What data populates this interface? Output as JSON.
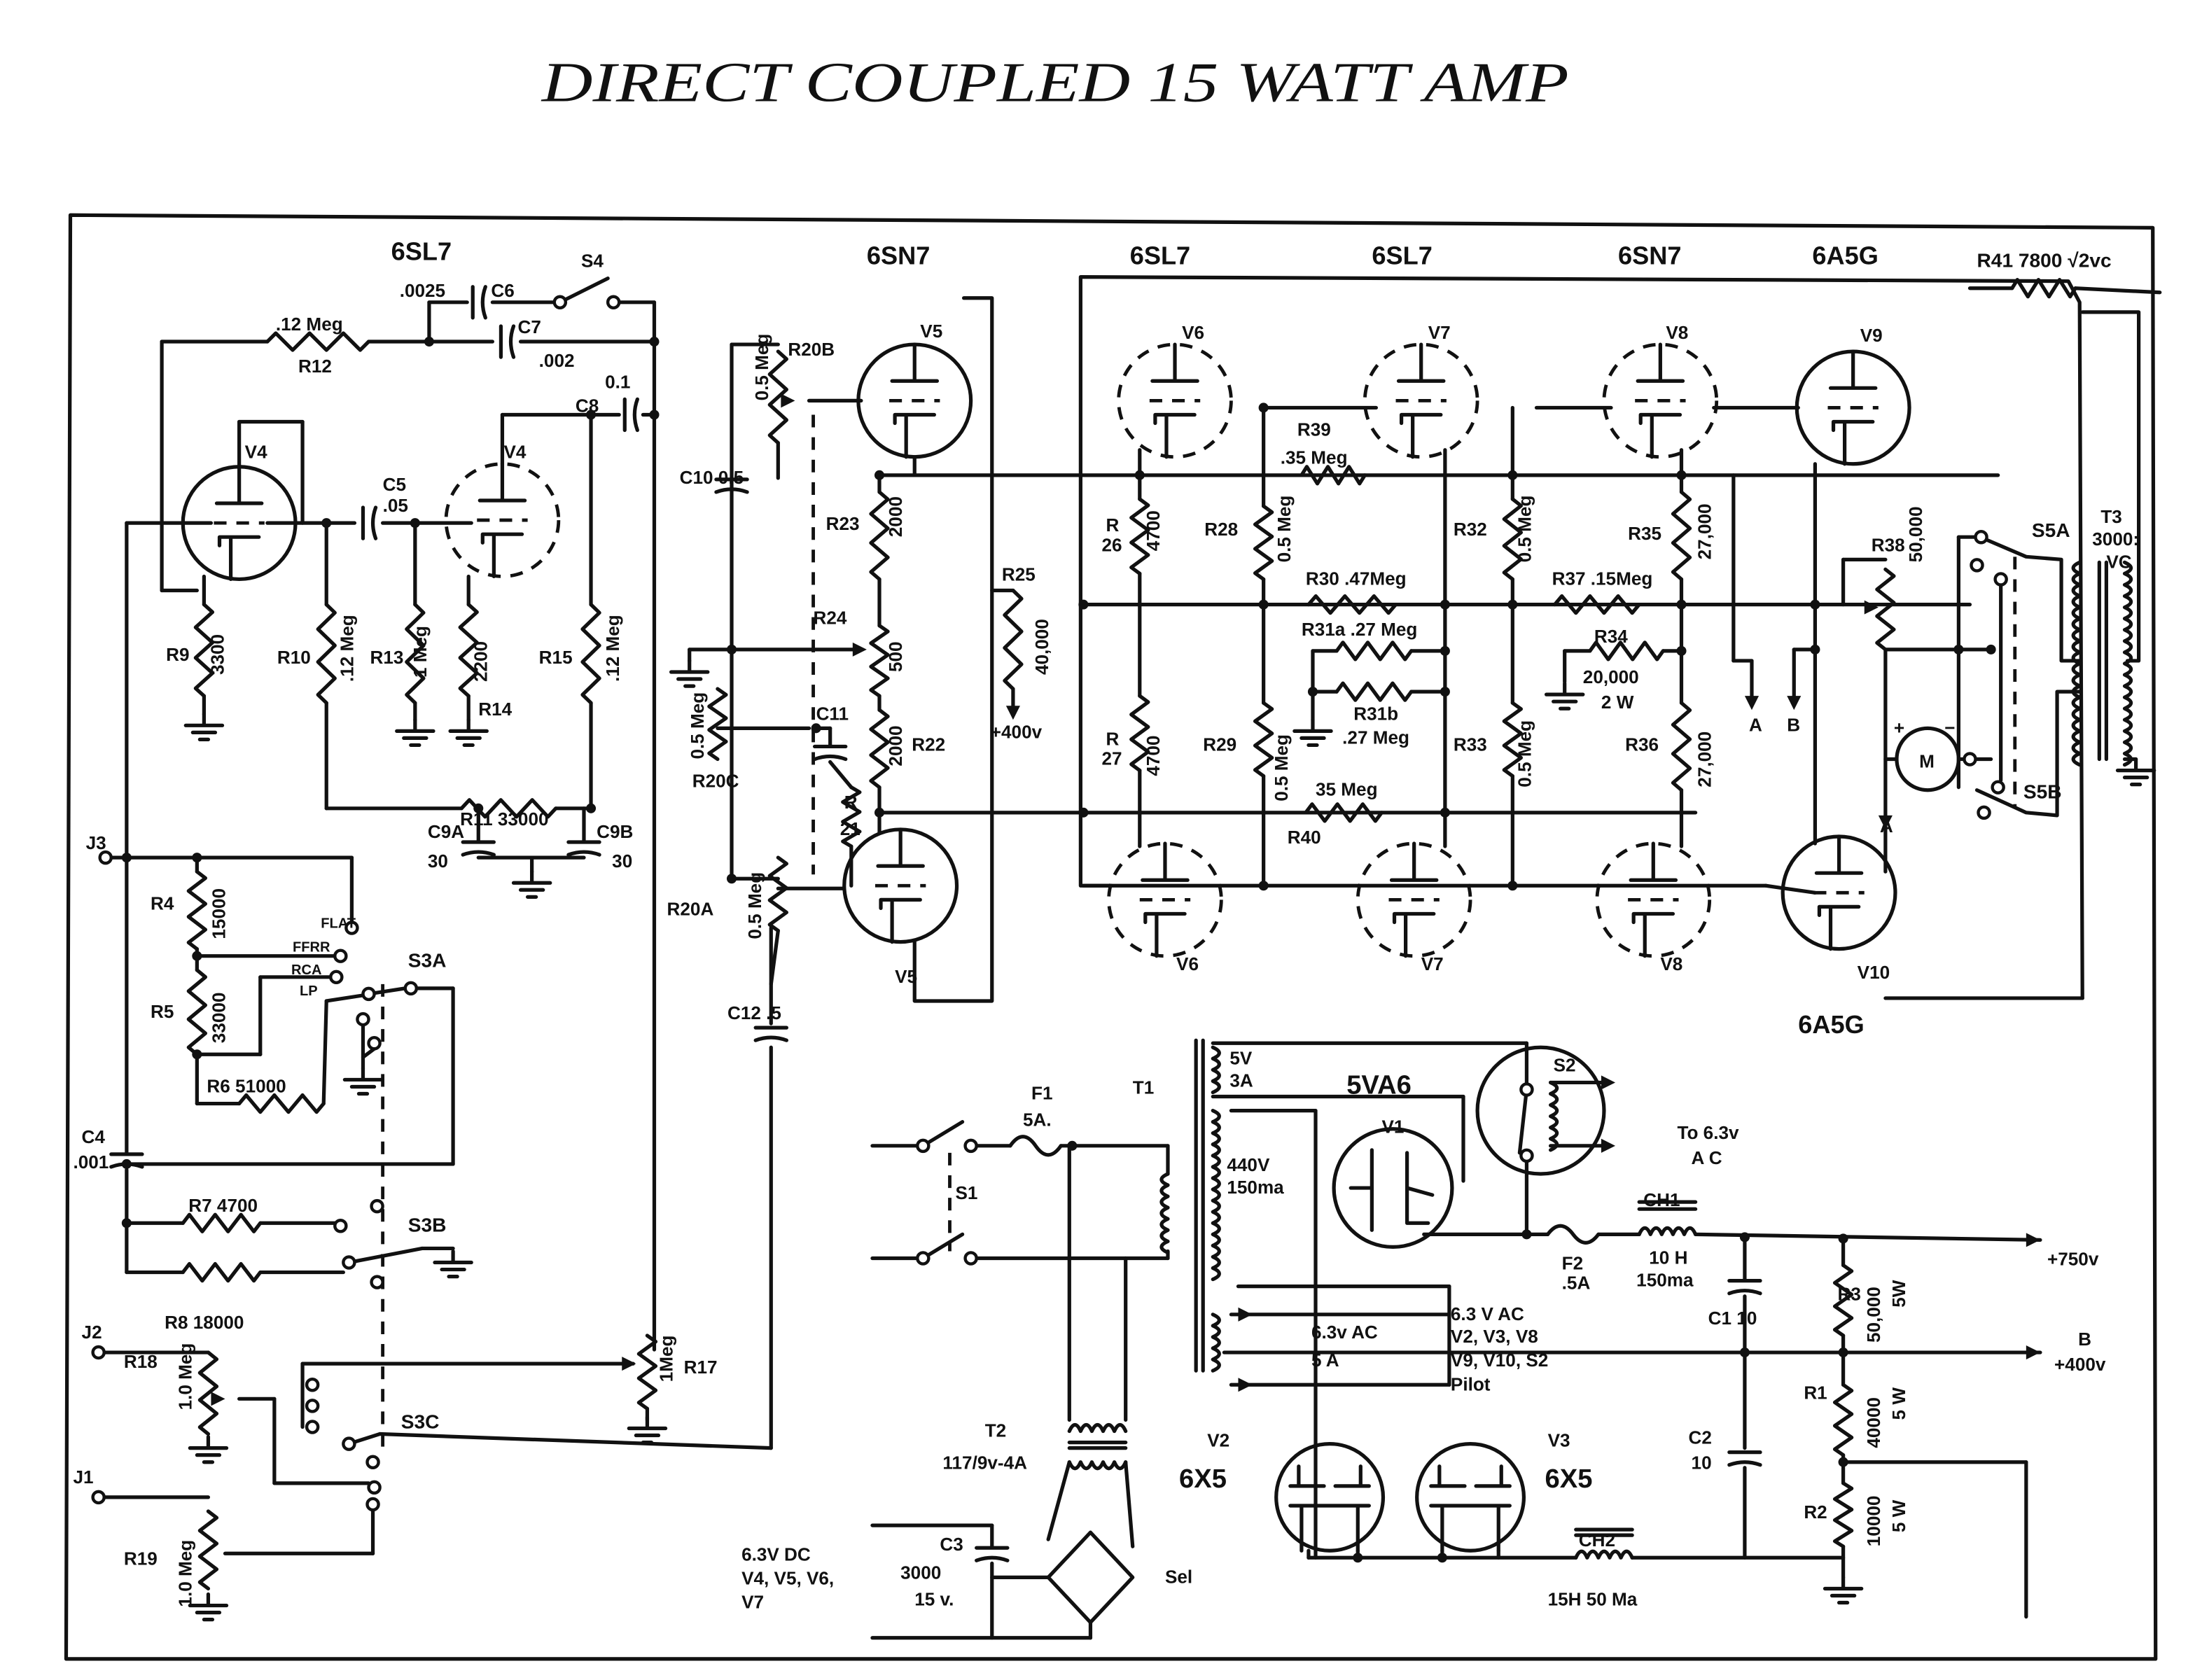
{
  "title": "DIRECT COUPLED 15 WATT AMP",
  "colors": {
    "ink": "#111111",
    "paper": "#ffffff"
  },
  "tubes": {
    "type_v4": "6SL7",
    "type_v5": "6SN7",
    "type_v6": "6SL7",
    "type_v7": "6SL7",
    "type_v8": "6SN7",
    "type_v9": "6A5G",
    "type_v10": "6A5G",
    "type_v1": "5VA6",
    "type_v2": "6X5",
    "type_v3": "6X5",
    "V4a": "V4",
    "V4b": "V4",
    "V5a": "V5",
    "V5b": "V5",
    "V6a": "V6",
    "V6b": "V6",
    "V7a": "V7",
    "V7b": "V7",
    "V8a": "V8",
    "V8b": "V8",
    "V9": "V9",
    "V10": "V10",
    "V1": "V1",
    "V2": "V2",
    "V3": "V3"
  },
  "components": {
    "R41": "R41  7800 √2vc",
    "T3": "T3",
    "T3_ratio": "3000:",
    "T3_vc": "VC",
    "R38": "R38",
    "R38_val": "50,000",
    "R39": "R39",
    "R39_val": ".35 Meg",
    "R28": "R28",
    "R28_val": "0.5 Meg",
    "R30": "R30 .47Meg",
    "R31a": "R31a .27 Meg",
    "R31b": "R31b",
    "R31b_val": ".27 Meg",
    "R32": "R32",
    "R32_val": "0.5 Meg",
    "R35": "R35",
    "R35_val": "27,000",
    "R37": "R37 .15Meg",
    "R34": "R34",
    "R34_val": "20,000",
    "R34_watt": "2 W",
    "R29": "R29",
    "R29_val": "0.5 Meg",
    "R40_val": "35 Meg",
    "R40": "R40",
    "R33": "R33",
    "R33_val": "0.5 Meg",
    "R36": "R36",
    "R36_val": "27,000",
    "A_out": "A",
    "B_out": "B",
    "A_in": "A",
    "R26a": "R",
    "R26b": "26",
    "R26_val": "4700",
    "R27a": "R",
    "R27b": "27",
    "R27_val": "4700",
    "R25": "R25",
    "R25_val": "40,000",
    "R25_supply": "+400v",
    "R23": "R23",
    "R23_val": "2000",
    "R24": "R24",
    "R24_val": "500",
    "R22": "R22",
    "R22_val": "2000",
    "R21a": "R",
    "R21b": "21",
    "C11": "C11",
    "R20B": "R20B",
    "R20B_val": "0.5 Meg",
    "C10": "C10 0.5",
    "R20C": "R20C",
    "R20C_val": "0.5 Meg",
    "R20A": "R20A",
    "R20A_val": "0.5 Meg",
    "C12": "C12 .5",
    "C8": "C8",
    "C8_val": "0.1",
    "C6_val": ".0025",
    "C6": "C6",
    "S4": "S4",
    "R12_val": ".12 Meg",
    "R12": "R12",
    "C7": "C7",
    "C7_val": ".002",
    "C5": "C5",
    "C5_val": ".05",
    "R9": "R9",
    "R9_val": "3300",
    "R10": "R10",
    "R10_val": ".12 Meg",
    "R13": "R13",
    "R13_val": "1 Meg",
    "R14": "R14",
    "R14_val": "2200",
    "R15": "R15",
    "R15_val": ".12 Meg",
    "R11": "R11  33000",
    "C9A": "C9A",
    "C9A_val": "30",
    "C9B": "C9B",
    "C9B_val": "30",
    "J3": "J3",
    "R4": "R4",
    "R4_val": "15000",
    "R5": "R5",
    "R5_val": "33000",
    "R6": "R6  51000",
    "C4": "C4",
    "C4_val": ".001",
    "R7": "R7  4700",
    "R8": "R8  18000",
    "J2": "J2",
    "R18": "R18",
    "R18_val": "1.0 Meg",
    "R17": "R17",
    "R17_val": "1Meg",
    "J1": "J1",
    "R19": "R19",
    "R19_val": "1.0 Meg"
  },
  "switches": {
    "S3A": "S3A",
    "S3B": "S3B",
    "S3C": "S3C",
    "S5A": "S5A",
    "S5B": "S5B",
    "pos_flat": "FLAT",
    "pos_ffrr": "FFRR",
    "pos_rca": "RCA",
    "pos_lp": "LP",
    "M": "M",
    "M_plus": "+",
    "M_minus": "−"
  },
  "power": {
    "F1": "F1",
    "F1_val": "5A.",
    "T1": "T1",
    "T1_5v": "5V",
    "T1_3a": "3A",
    "T1_hv": "440V",
    "T1_hv_ma": "150ma",
    "S1": "S1",
    "S2": "S2",
    "to63": "To 6.3v",
    "to63_ac": "A C",
    "CH1": "CH1",
    "F2": "F2",
    "F2_val": ".5A",
    "CH1_h": "10 H",
    "CH1_ma": "150ma",
    "plus750": "+750v",
    "R3": "R3",
    "R3_val": "50,000",
    "R3_w": "5W",
    "C1": "C1 10",
    "heat1": "6.3 V AC",
    "heat1_tubes": "V2, V3, V8",
    "heat2_tubes": "V9, V10, S2",
    "pilot": "Pilot",
    "heat2": "6.3v AC",
    "heat2_a": "5 A",
    "B_label": "B",
    "plus400": "+400v",
    "R1": "R1",
    "R1_val": "40000",
    "R1_w": "5 W",
    "C2": "C2",
    "C2_val": "10",
    "R2": "R2",
    "R2_val": "10000",
    "R2_w": "5 W",
    "T2": "T2",
    "T2_val": "117/9v-4A",
    "dc1": "6.3V DC",
    "dc2": "V4, V5, V6,",
    "dc3": "V7",
    "C3": "C3",
    "C3_val": "3000",
    "C3_v": "15 v.",
    "Sel": "Sel",
    "CH2": "CH2",
    "CH2_val": "15H 50 Ma"
  }
}
